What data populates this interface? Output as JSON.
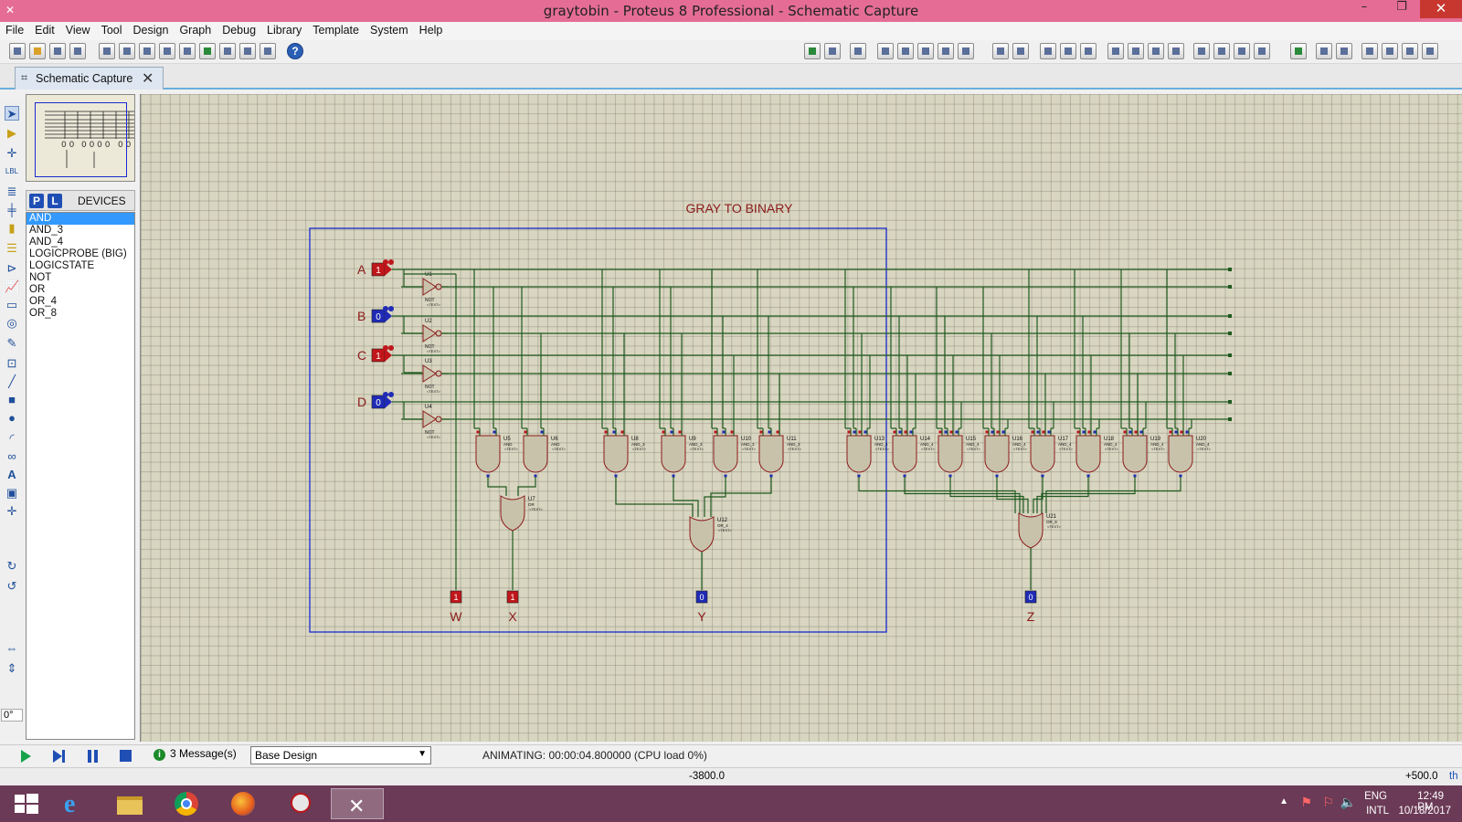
{
  "window": {
    "title": "graytobin - Proteus 8 Professional - Schematic Capture",
    "minimize": "–",
    "restore": "❐",
    "close": "✕"
  },
  "menu": [
    "File",
    "Edit",
    "View",
    "Tool",
    "Design",
    "Graph",
    "Debug",
    "Library",
    "Template",
    "System",
    "Help"
  ],
  "tab": {
    "label": "Schematic Capture",
    "close": "✕"
  },
  "left_panel": {
    "pick_p": "P",
    "pick_l": "L",
    "devices_label": "DEVICES",
    "devices": [
      "AND",
      "AND_3",
      "AND_4",
      "LOGICPROBE (BIG)",
      "LOGICSTATE",
      "NOT",
      "OR",
      "OR_4",
      "OR_8"
    ],
    "selected_device": "AND",
    "rotation_value": "0°"
  },
  "schematic": {
    "title": "GRAY TO BINARY",
    "inputs": [
      {
        "name": "A",
        "state": "1"
      },
      {
        "name": "B",
        "state": "0"
      },
      {
        "name": "C",
        "state": "1"
      },
      {
        "name": "D",
        "state": "0"
      }
    ],
    "outputs": [
      {
        "name": "W",
        "state": "1"
      },
      {
        "name": "X",
        "state": "1"
      },
      {
        "name": "Y",
        "state": "0"
      },
      {
        "name": "Z",
        "state": "0"
      }
    ],
    "not_gates": [
      "U1",
      "U2",
      "U3",
      "U4"
    ],
    "not_type": "NOT",
    "text_placeholder": "<TEXT>",
    "and_gates": [
      {
        "ref": "U5",
        "type": "AND"
      },
      {
        "ref": "U6",
        "type": "AND"
      },
      {
        "ref": "U8",
        "type": "AND_3"
      },
      {
        "ref": "U9",
        "type": "AND_3"
      },
      {
        "ref": "U10",
        "type": "AND_3"
      },
      {
        "ref": "U11",
        "type": "AND_3"
      },
      {
        "ref": "U13",
        "type": "AND_4"
      },
      {
        "ref": "U14",
        "type": "AND_4"
      },
      {
        "ref": "U15",
        "type": "AND_4"
      },
      {
        "ref": "U16",
        "type": "AND_4"
      },
      {
        "ref": "U17",
        "type": "AND_4"
      },
      {
        "ref": "U18",
        "type": "AND_4"
      },
      {
        "ref": "U19",
        "type": "AND_4"
      },
      {
        "ref": "U20",
        "type": "AND_4"
      }
    ],
    "or_gates": [
      {
        "ref": "U7",
        "type": "OR"
      },
      {
        "ref": "U12",
        "type": "OR_4"
      },
      {
        "ref": "U21",
        "type": "OR_8"
      }
    ]
  },
  "status": {
    "messages": "3 Message(s)",
    "design": "Base Design",
    "animating": "ANIMATING: 00:00:04.800000 (CPU load 0%)",
    "coord_x": "-3800.0",
    "coord_y": "+500.0",
    "unit": "th"
  },
  "tray": {
    "lang1": "ENG",
    "lang2": "INTL",
    "time": "12:49 PM",
    "date": "10/18/2017"
  },
  "colors": {
    "title_bar": "#e56d95",
    "taskbar": "#6b3a56",
    "wire": "#1f5a1f",
    "gate_fill": "#c8c2ab",
    "gate_stroke": "#8b1a1a",
    "high": "#c0161b",
    "low": "#1f2ab5",
    "canvas": "#d8d5c0"
  }
}
